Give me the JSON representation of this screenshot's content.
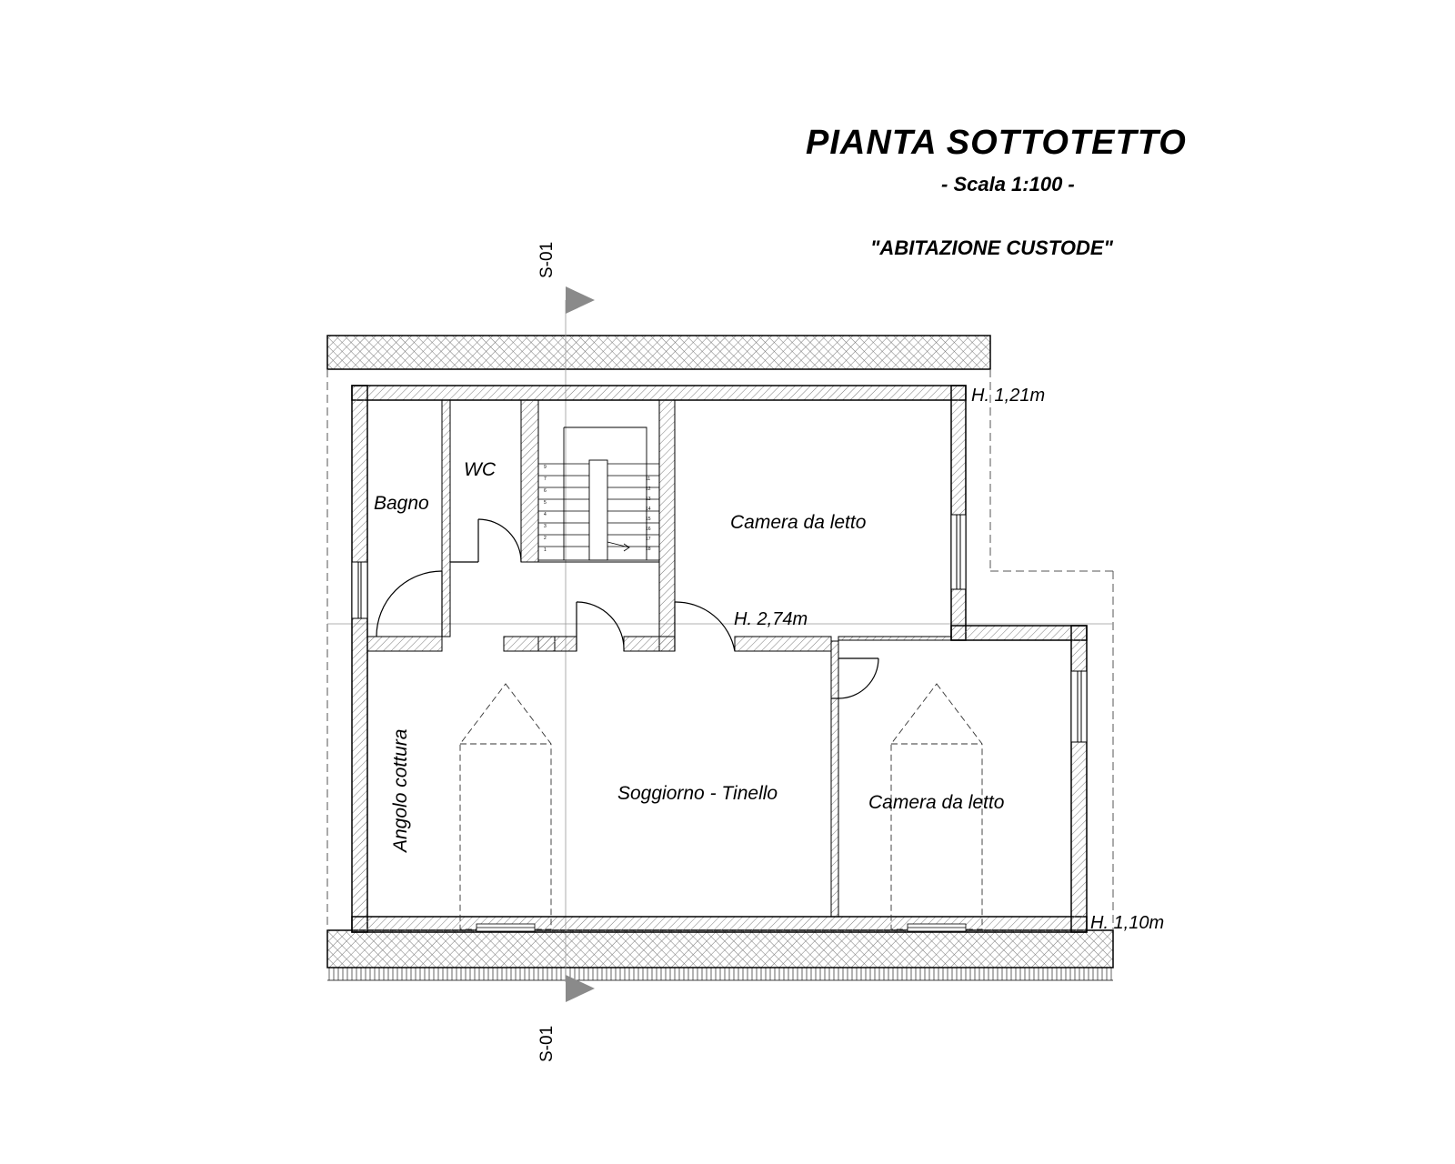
{
  "header": {
    "title": "PIANTA SOTTOTETTO",
    "scale": "- Scala 1:100 -",
    "project": "\"ABITAZIONE CUSTODE\""
  },
  "rooms": {
    "bagno": "Bagno",
    "wc": "WC",
    "camera_1": "Camera da letto",
    "soggiorno": "Soggiorno - Tinello",
    "camera_2": "Camera da letto",
    "angolo_cottura": "Angolo cottura"
  },
  "heights": {
    "top_right": "H. 1,21m",
    "center": "H. 2,74m",
    "bottom_right": "H. 1,10m"
  },
  "section": {
    "top": "S-01",
    "bottom": "S-01"
  },
  "stairs": {
    "left_numbers": [
      "9",
      "7",
      "6",
      "5",
      "4",
      "3",
      "2",
      "1"
    ],
    "right_numbers": [
      "11",
      "12",
      "13",
      "14",
      "15",
      "16",
      "17",
      "18"
    ]
  },
  "colors": {
    "ink": "#000000",
    "hatch": "#7a7a7a",
    "section_arrow": "#8a8a8a",
    "background": "#ffffff"
  }
}
